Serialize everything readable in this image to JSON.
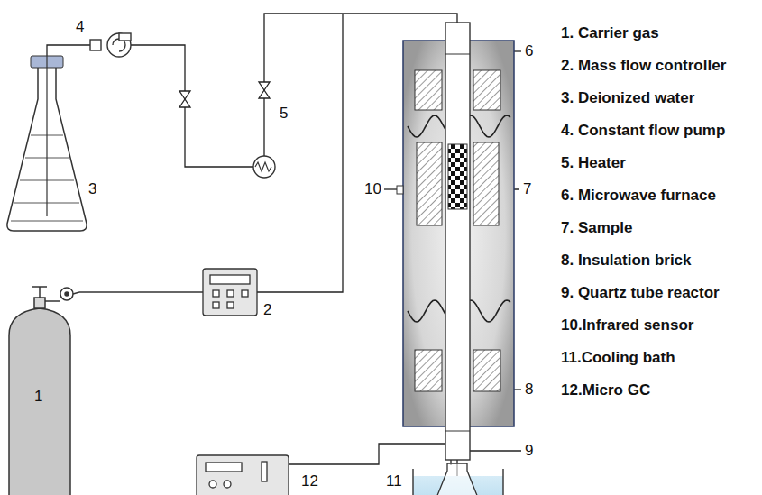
{
  "diagram": {
    "labels": [
      "1",
      "2",
      "3",
      "4",
      "5",
      "6",
      "7",
      "8",
      "9",
      "10",
      "11",
      "12",
      "1. Carrier gas",
      "2. Mass flow controller",
      "3. Deionized water",
      "4. Constant flow pump",
      "5. Heater",
      "6. Microwave furnace",
      "7. Sample",
      "8. Insulation brick",
      "9. Quartz tube reactor",
      "10.Infrared sensor",
      "11.Cooling bath",
      "12.Micro GC"
    ]
  }
}
